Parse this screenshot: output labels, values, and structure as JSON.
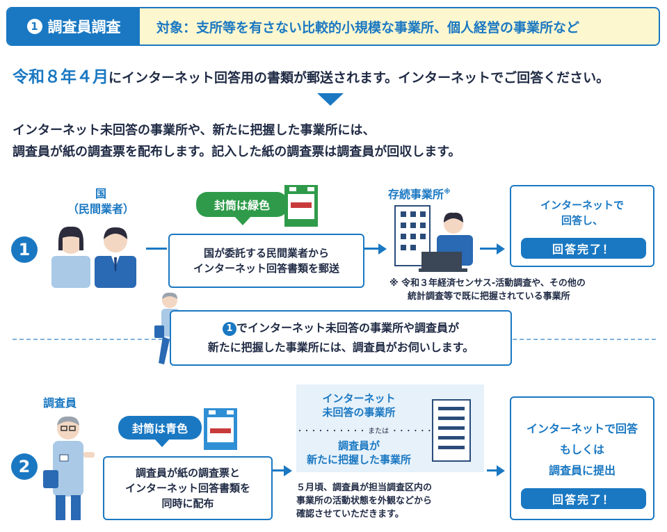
{
  "header": {
    "num": "1",
    "title": "調査員調査",
    "target": "対象：支所等を有さない比較的小規模な事業所、個人経営の事業所など"
  },
  "lead": {
    "date": "令和８年４月",
    "text": "にインターネット回答用の書類が郵送されます。インターネットでご回答ください。"
  },
  "paragraph": {
    "line1": "インターネット未回答の事業所や、新たに把握した事業所には、",
    "line2": "調査員が紙の調査票を配布します。記入した紙の調査票は調査員が回収します。"
  },
  "step1": {
    "num": "1",
    "actor_line1": "国",
    "actor_line2": "（民間業者）",
    "envelope_label": "封筒は緑色",
    "mail_line1": "国が委託する民間業者から",
    "mail_line2": "インターネット回答書類を郵送",
    "company_label": "存続事業所",
    "company_mark": "※",
    "result_line1": "インターネットで",
    "result_line2": "回答し、",
    "done": "回答完了！",
    "note_line1": "※ 令和３年経済センサス‐活動調査や、その他の",
    "note_line2": "統計調査等で既に把握されている事業所"
  },
  "transition": {
    "num": "1",
    "line1": "でインターネット未回答の事業所や調査員が",
    "line2": "新たに把握した事業所には、調査員がお伺いします。"
  },
  "step2": {
    "num": "2",
    "actor": "調査員",
    "envelope_label": "封筒は青色",
    "dist_line1": "調査員が紙の調査票と",
    "dist_line2": "インターネット回答書類を",
    "dist_line3": "同時に配布",
    "target_line1": "インターネット",
    "target_line2": "未回答の事業所",
    "target_or": "・・・・・・・・・・ または ・・・・・・・・・・",
    "target_line3": "調査員が",
    "target_line4": "新たに把握した事業所",
    "note_line1": "５月頃、調査員が担当調査区内の",
    "note_line2": "事業所の活動状態を外観などから",
    "note_line3": "確認させていただきます。",
    "result_line1": "インターネットで回答",
    "result_line2": "もしくは",
    "result_line3": "調査員に提出",
    "done": "回答完了！"
  },
  "colors": {
    "primary": "#1a78c2",
    "green": "#2f9b4a",
    "header_bg": "#fdf7cf",
    "light_bg": "#e6f1fa"
  }
}
